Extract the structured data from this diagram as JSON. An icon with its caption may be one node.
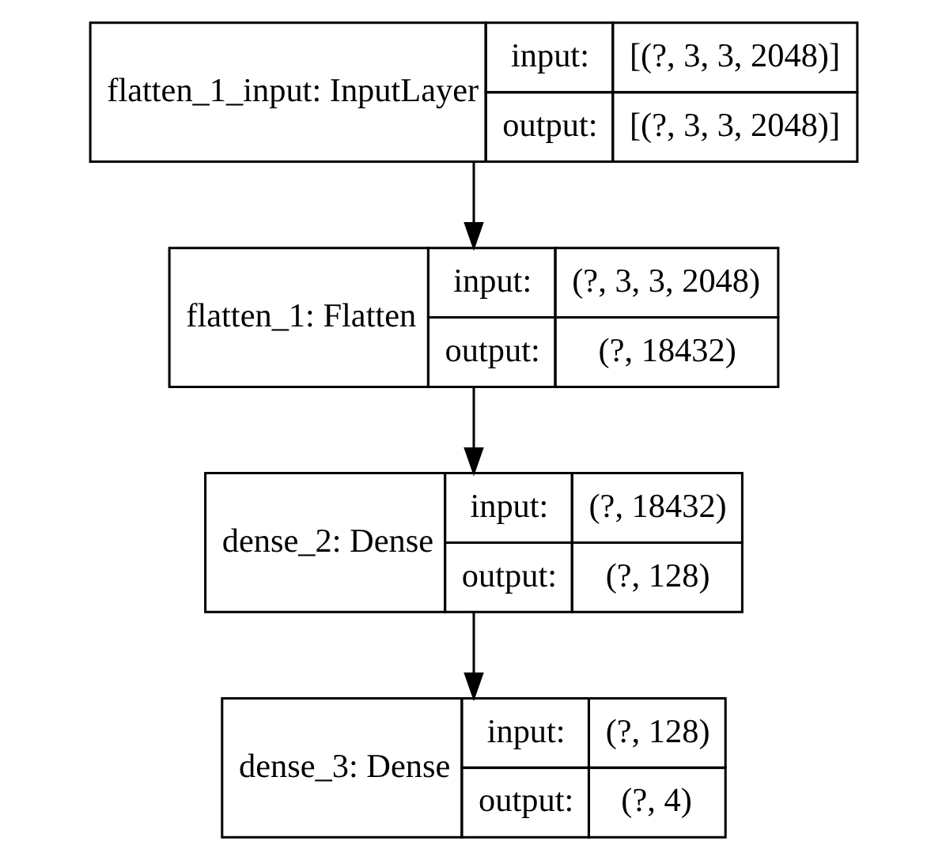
{
  "diagram": {
    "nodes": [
      {
        "text": [
          "flatten_1_input: InputLayer",
          "input:",
          "[(?, 3, 3, 2048)]",
          "output:",
          "[(?, 3, 3, 2048)]"
        ]
      },
      {
        "text": [
          "flatten_1: Flatten",
          "input:",
          "(?, 3, 3, 2048)",
          "output:",
          "(?, 18432)"
        ]
      },
      {
        "text": [
          "dense_2: Dense",
          "input:",
          "(?, 18432)",
          "output:",
          "(?, 128)"
        ]
      },
      {
        "text": [
          "dense_3: Dense",
          "input:",
          "(?, 128)",
          "output:",
          "(?, 4)"
        ]
      }
    ],
    "edges": [
      {
        "from": 0,
        "to": 1,
        "arrow": "to"
      },
      {
        "from": 1,
        "to": 2,
        "arrow": "to"
      },
      {
        "from": 2,
        "to": 3,
        "arrow": "to"
      }
    ]
  }
}
